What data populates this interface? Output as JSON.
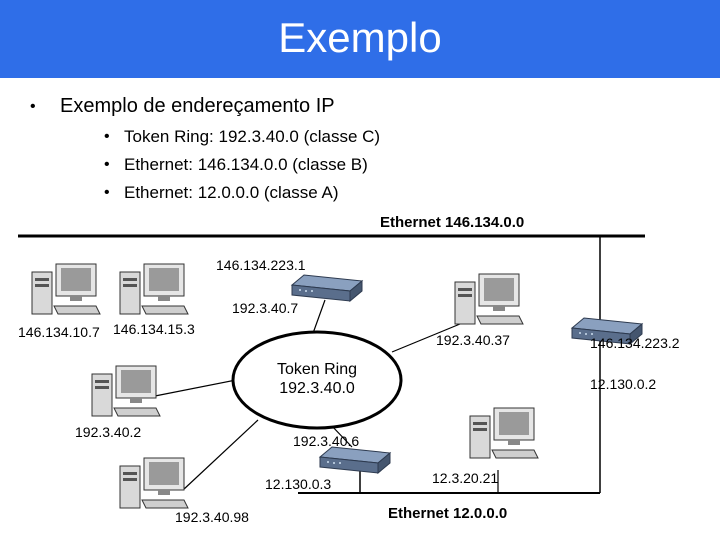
{
  "title": "Exemplo",
  "bullets": {
    "main": "Exemplo de endereçamento IP",
    "sub": [
      "Token Ring: 192.3.40.0 (classe C)",
      "Ethernet: 146.134.0.0 (classe B)",
      "Ethernet: 12.0.0.0 (classe A)"
    ]
  },
  "networks": {
    "ethernet_top": "Ethernet 146.134.0.0",
    "ethernet_bottom": "Ethernet 12.0.0.0",
    "token_ring_line1": "Token Ring",
    "token_ring_line2": "192.3.40.0"
  },
  "addresses": {
    "router1_top": "146.134.223.1",
    "router1_ring": "192.3.40.7",
    "host_a": "146.134.10.7",
    "host_b": "146.134.15.3",
    "host_c_ring": "192.3.40.37",
    "router2_top": "146.134.223.2",
    "router2_bottom": "12.130.0.2",
    "host_d": "192.3.40.2",
    "router3_ring": "192.3.40.6",
    "router3_bottom": "12.130.0.3",
    "host_f": "12.3.20.21",
    "host_e": "192.3.40.98"
  },
  "colors": {
    "title_bg": "#2f6ee8",
    "title_text": "#ffffff",
    "router": "#5a6e8c"
  }
}
